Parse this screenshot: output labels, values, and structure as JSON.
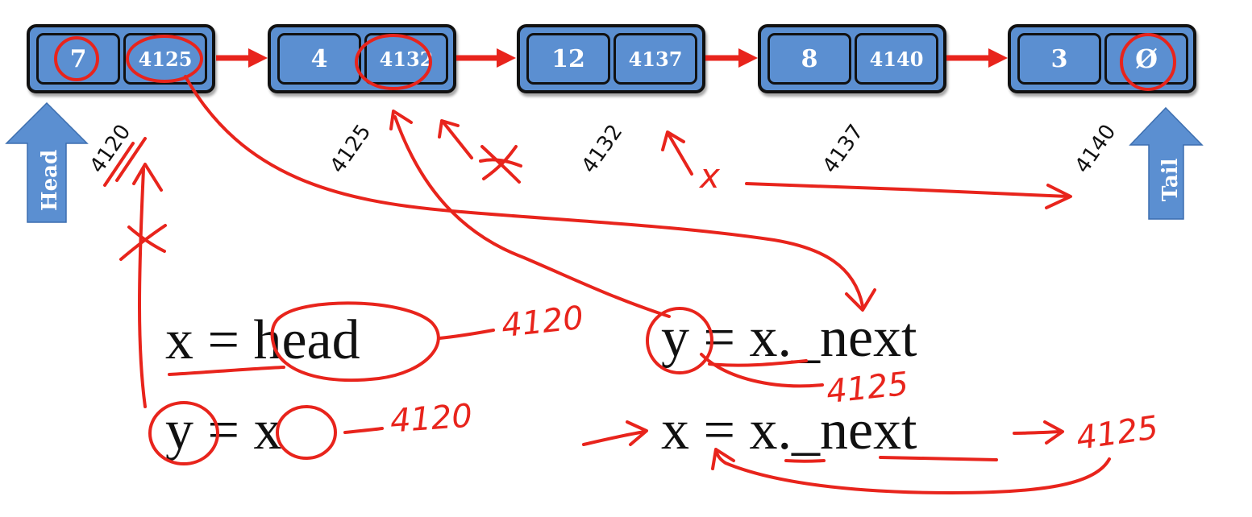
{
  "nodes": [
    {
      "value": "7",
      "pointer": "4125",
      "address": "4120"
    },
    {
      "value": "4",
      "pointer": "4132",
      "address": "4125"
    },
    {
      "value": "12",
      "pointer": "4137",
      "address": "4132"
    },
    {
      "value": "8",
      "pointer": "4140",
      "address": "4137"
    },
    {
      "value": "3",
      "pointer": "Ø",
      "address": "4140"
    }
  ],
  "labels": {
    "head": "Head",
    "tail": "Tail"
  },
  "code": {
    "line1": "x  = head",
    "line2": "y  = x",
    "line3": "y  = x._next",
    "line4": "x  = x._next"
  },
  "annotations": {
    "a1": "4120",
    "a2": "4120",
    "a3": "4125",
    "a4": "4125",
    "x_mark": "x"
  },
  "colors": {
    "node": "#5b8fd1",
    "arrow": "#e8241c",
    "pointer_arrow": "#5b8fd1",
    "ink": "#111111"
  }
}
